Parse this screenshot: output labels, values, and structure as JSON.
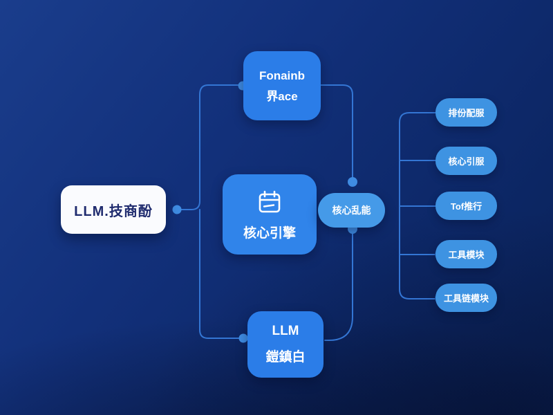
{
  "diagram": {
    "title_hint": "LLM architecture flow diagram",
    "nodes": {
      "left_box": {
        "label": "LLM.技商酚"
      },
      "top_box": {
        "line1": "Fonainb",
        "line2": "界ace"
      },
      "center_box": {
        "label": "核心引擎",
        "icon": "calendar-icon"
      },
      "bottom_box": {
        "line1": "LLM",
        "line2": "鎧鎮白"
      },
      "mid_pill": {
        "label": "核心乱能"
      },
      "right_pills": [
        {
          "label": "排份配服"
        },
        {
          "label": "核心引服"
        },
        {
          "label": "Tof推行"
        },
        {
          "label": "工具模块"
        },
        {
          "label": "工具链模块"
        }
      ]
    },
    "colors": {
      "bg-top": "#1a3d8c",
      "bg-deep": "#0a2156",
      "node-blue": "#2b7de8",
      "pill-blue": "#3e93e2",
      "line": "#3476d4",
      "dot": "#3f8ce2",
      "white-box": "#fafbfe",
      "navy-text": "#1f2b6e"
    }
  }
}
